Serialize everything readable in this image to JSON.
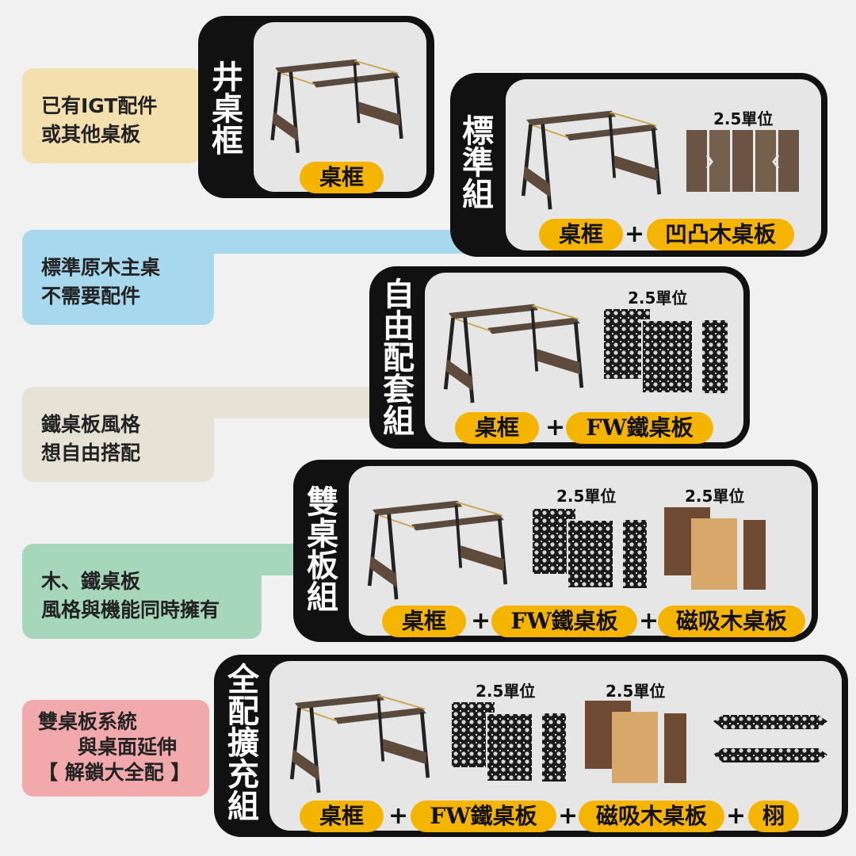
{
  "bubbles": [
    {
      "lines": [
        "已有IGT配件",
        "或其他桌板"
      ],
      "color": "#f4dfaf"
    },
    {
      "lines": [
        "標準原木主桌",
        "不需要配件"
      ],
      "color": "#a8d8ee"
    },
    {
      "lines": [
        "鐵桌板風格",
        "想自由搭配"
      ],
      "color": "#e6e2d6"
    },
    {
      "lines": [
        "木、鐵桌板",
        "風格與機能同時擁有"
      ],
      "color": "#a6d7bb"
    },
    {
      "lines": [
        "雙桌板系統",
        "　　與桌面延伸",
        "【 解鎖大全配 】"
      ],
      "color": "#f1a9ac"
    }
  ],
  "cards": [
    {
      "title": [
        "井",
        "桌",
        "框"
      ],
      "pills": [
        "桌框"
      ]
    },
    {
      "title": [
        "標",
        "準",
        "組"
      ],
      "pills": [
        "桌框",
        "凹凸木桌板"
      ],
      "units": [
        "2.5單位"
      ]
    },
    {
      "title": [
        "自",
        "由",
        "配",
        "套",
        "組"
      ],
      "pills": [
        "桌框",
        "FW鐵桌板"
      ],
      "units": [
        "2.5單位"
      ]
    },
    {
      "title": [
        "雙",
        "桌",
        "板",
        "組"
      ],
      "pills": [
        "桌框",
        "FW鐵桌板",
        "磁吸木桌板"
      ],
      "units": [
        "2.5單位",
        "2.5單位"
      ]
    },
    {
      "title": [
        "全",
        "配",
        "擴",
        "充",
        "組"
      ],
      "pills": [
        "桌框",
        "FW鐵桌板",
        "磁吸木桌板",
        "栩"
      ],
      "units": [
        "2.5單位",
        "2.5單位"
      ]
    }
  ],
  "plus": "+",
  "icons": [
    "table-frame-icon",
    "wood-board-icon",
    "iron-panel-icon",
    "magnetic-wood-board-icon",
    "extension-rail-icon"
  ],
  "colors": {
    "accent": "#f5b400",
    "card": "#111111",
    "inner": "#e6e6e6"
  }
}
